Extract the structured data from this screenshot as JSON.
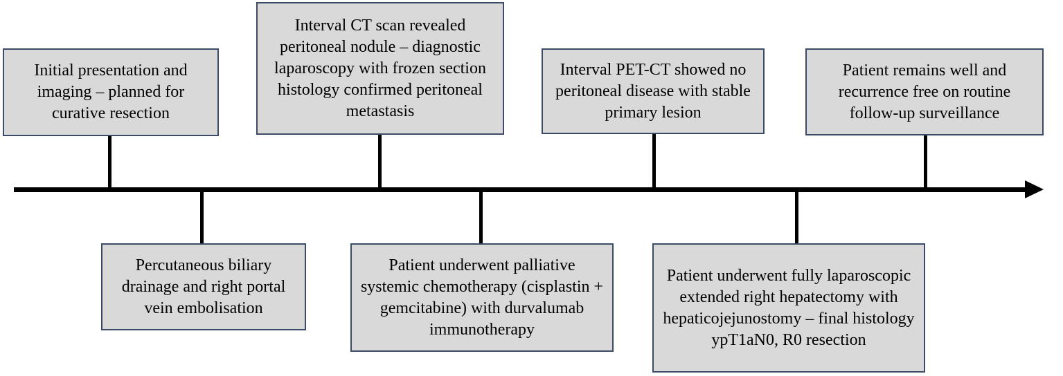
{
  "timeline": {
    "events_above": [
      {
        "text": "Initial presentation and imaging – planned for curative resection"
      },
      {
        "text": "Interval CT scan revealed peritoneal nodule – diagnostic laparoscopy with frozen section histology confirmed peritoneal metastasis"
      },
      {
        "text": "Interval PET-CT showed no peritoneal disease with stable primary lesion"
      },
      {
        "text": "Patient remains well and recurrence free on routine follow-up surveillance"
      }
    ],
    "events_below": [
      {
        "text": "Percutaneous biliary drainage and right portal vein embolisation"
      },
      {
        "text": "Patient underwent palliative systemic chemotherapy (cisplastin + gemcitabine) with durvalumab immunotherapy"
      },
      {
        "text": "Patient underwent fully laparoscopic extended right hepatectomy with hepaticojejunostomy – final histology ypT1aN0, R0 resection"
      }
    ]
  }
}
